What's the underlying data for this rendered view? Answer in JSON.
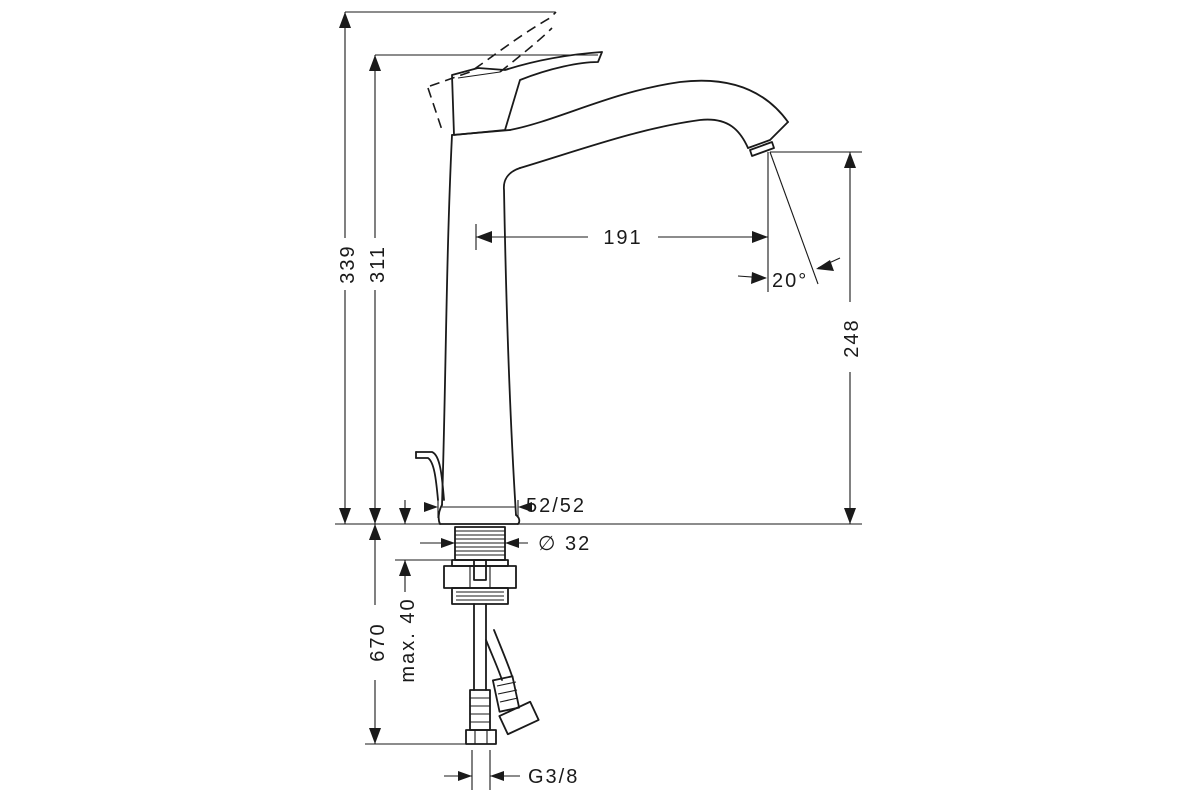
{
  "drawing": {
    "dimensions": {
      "total_height": "339",
      "spout_top_height": "311",
      "spout_reach": "191",
      "spout_angle": "20°",
      "outlet_height": "248",
      "base_size": "52/52",
      "thread_diameter": "∅ 32",
      "hose_length": "670",
      "max_thickness": "max. 40",
      "connection_thread": "G3/8"
    }
  }
}
